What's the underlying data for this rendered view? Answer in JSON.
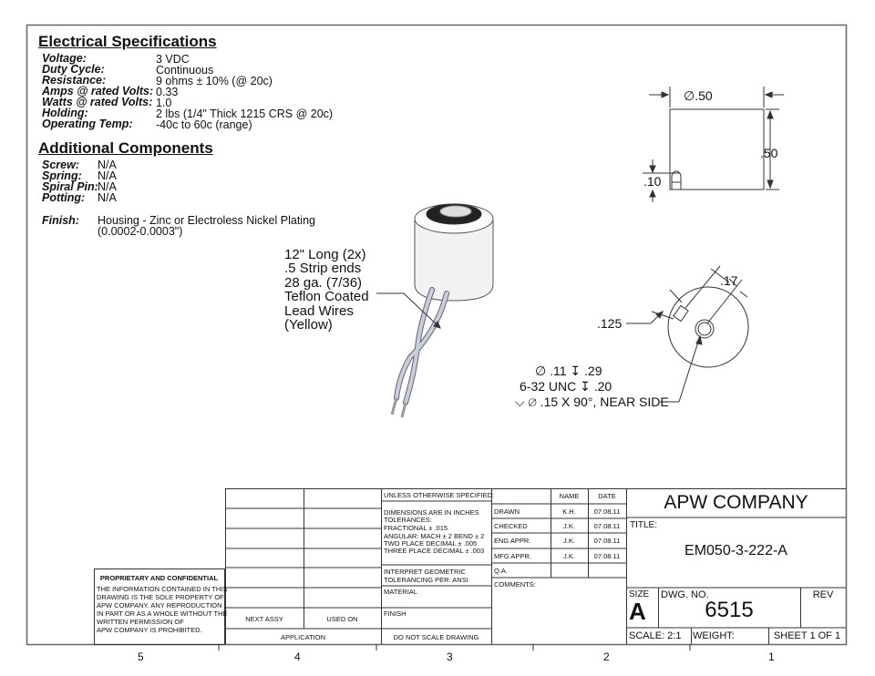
{
  "electrical": {
    "heading": "Electrical Specifications",
    "rows": [
      {
        "label": "Voltage:",
        "value": "3 VDC"
      },
      {
        "label": "Duty Cycle:",
        "value": "Continuous"
      },
      {
        "label": "Resistance:",
        "value": "9 ohms ± 10% (@ 20c)"
      },
      {
        "label": "Amps @ rated Volts:",
        "value": "0.33"
      },
      {
        "label": "Watts @ rated Volts:",
        "value": "1.0"
      },
      {
        "label": "Holding:",
        "value": "2 lbs (1/4\" Thick 1215 CRS @ 20c)"
      },
      {
        "label": "Operating Temp:",
        "value": "-40c to 60c (range)"
      }
    ]
  },
  "additional": {
    "heading": "Additional Components",
    "rows": [
      {
        "label": "Screw:",
        "value": "N/A"
      },
      {
        "label": "Spring:",
        "value": "N/A"
      },
      {
        "label": "Spiral Pin:",
        "value": "N/A"
      },
      {
        "label": "Potting:",
        "value": "N/A"
      }
    ],
    "finish_label": "Finish:",
    "finish_value": [
      "Housing - Zinc or Electroless Nickel Plating",
      "(0.0002-0.0003\")"
    ]
  },
  "leader_note": [
    "12\" Long (2x)",
    ".5 Strip ends",
    "28 ga. (7/36)",
    "Teflon Coated",
    "Lead Wires",
    "(Yellow)"
  ],
  "dimensions": {
    "width": "∅.50",
    "height": ".50",
    "offset": ".10",
    "slot": ".17",
    "slot_width": ".125",
    "hole": [
      "∅ .11 ↧ .29",
      "6-32 UNC  ↧ .20",
      "∅ .15 X 90°, NEAR SIDE"
    ]
  },
  "proprietary": {
    "title": "PROPRIETARY AND CONFIDENTIAL",
    "lines": [
      "THE INFORMATION CONTAINED IN THIS",
      "DRAWING IS THE SOLE PROPERTY OF",
      "APW COMPANY.  ANY  REPRODUCTION",
      "IN PART OR AS A WHOLE WITHOUT THE",
      "WRITTEN PERMISSION OF",
      "APW COMPANY IS PROHIBITED."
    ]
  },
  "titleblock": {
    "next_assy": "NEXT ASSY",
    "used_on": "USED ON",
    "application": "APPLICATION",
    "unless": "UNLESS OTHERWISE SPECIFIED:",
    "tolerances": [
      "DIMENSIONS ARE IN INCHES",
      "TOLERANCES:",
      "FRACTIONAL ± .015",
      "ANGULAR: MACH ± 2    BEND ± 2",
      "TWO PLACE DECIMAL    ± .005",
      "THREE PLACE DECIMAL  ± .003"
    ],
    "interpret": [
      "INTERPRET GEOMETRIC",
      "TOLERANCING PER: ANSI"
    ],
    "material": "MATERIAL",
    "finish": "FINISH",
    "do_not_scale": "DO NOT SCALE DRAWING",
    "name_header": "NAME",
    "date_header": "DATE",
    "approvals": [
      {
        "role": "DRAWN",
        "name": "K.H.",
        "date": "07.08.11"
      },
      {
        "role": "CHECKED",
        "name": "J.K.",
        "date": "07.08.11"
      },
      {
        "role": "ENG APPR.",
        "name": "J.K.",
        "date": "07.08.11"
      },
      {
        "role": "MFG APPR.",
        "name": "J.K.",
        "date": "07.08.11"
      },
      {
        "role": "Q.A.",
        "name": "",
        "date": ""
      }
    ],
    "comments": "COMMENTS:",
    "company": "APW COMPANY",
    "title_label": "TITLE:",
    "title": "EM050-3-222-A",
    "size_label": "SIZE",
    "size": "A",
    "dwg_label": "DWG.  NO.",
    "dwg_no": "6515",
    "rev_label": "REV",
    "scale": "SCALE: 2:1",
    "weight": "WEIGHT:",
    "sheet": "SHEET 1 OF 1"
  },
  "zones": [
    "5",
    "4",
    "3",
    "2",
    "1"
  ]
}
